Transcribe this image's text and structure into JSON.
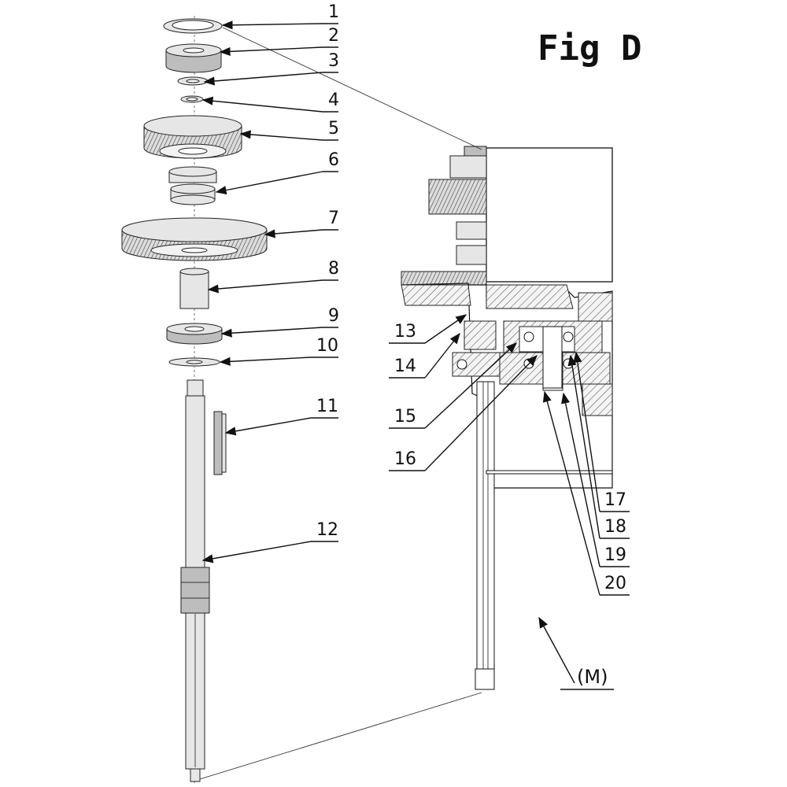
{
  "figure": {
    "title": "Fig D",
    "assembly_label": "(M)",
    "callouts": [
      "1",
      "2",
      "3",
      "4",
      "5",
      "6",
      "7",
      "8",
      "9",
      "10",
      "11",
      "12",
      "13",
      "14",
      "15",
      "16",
      "17",
      "18",
      "19",
      "20"
    ]
  },
  "colors": {
    "line": "#111111",
    "part_fill": "#e6e6e6",
    "part_shade": "#bdbdbd",
    "background": "#ffffff"
  }
}
